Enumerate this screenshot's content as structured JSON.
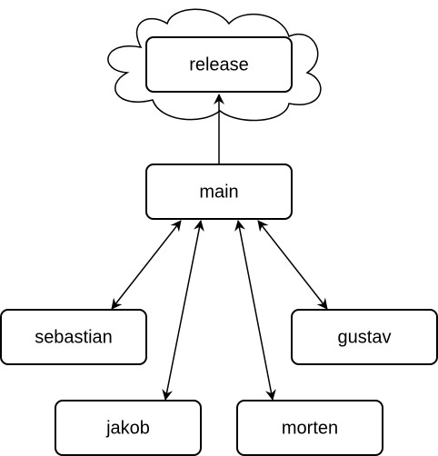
{
  "diagram": {
    "cloud": {
      "label": "release"
    },
    "nodes": {
      "main": {
        "label": "main"
      },
      "sebastian": {
        "label": "sebastian"
      },
      "gustav": {
        "label": "gustav"
      },
      "jakob": {
        "label": "jakob"
      },
      "morten": {
        "label": "morten"
      }
    },
    "edges": [
      {
        "from": "main",
        "to": "release",
        "direction": "forward"
      },
      {
        "from": "main",
        "to": "sebastian",
        "direction": "both"
      },
      {
        "from": "main",
        "to": "jakob",
        "direction": "both"
      },
      {
        "from": "main",
        "to": "morten",
        "direction": "both"
      },
      {
        "from": "main",
        "to": "gustav",
        "direction": "both"
      }
    ]
  }
}
